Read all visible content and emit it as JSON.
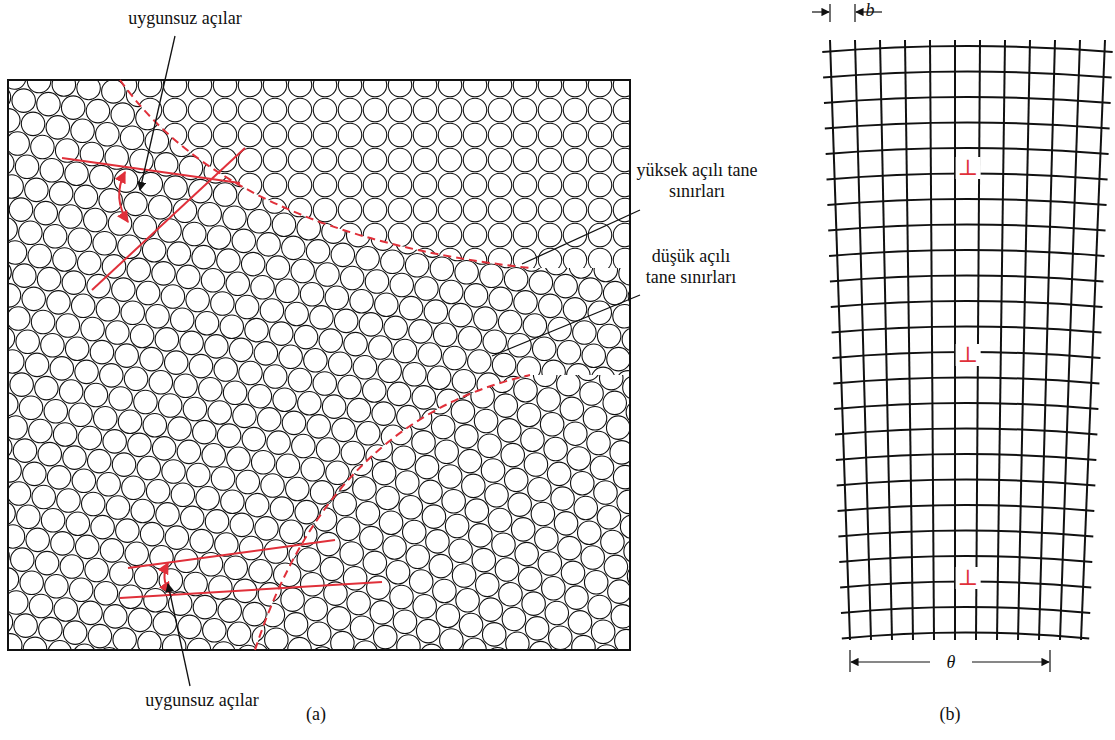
{
  "diagram": {
    "labels": [
      "uygunsuz açılar",
      "yüksek açılı tane sınırları",
      "düşük açılı tane sınırları",
      "uygunsuz açılar",
      "(a)",
      "b",
      "⊥",
      "⊥",
      "⊥",
      "θ",
      "(b)"
    ]
  }
}
